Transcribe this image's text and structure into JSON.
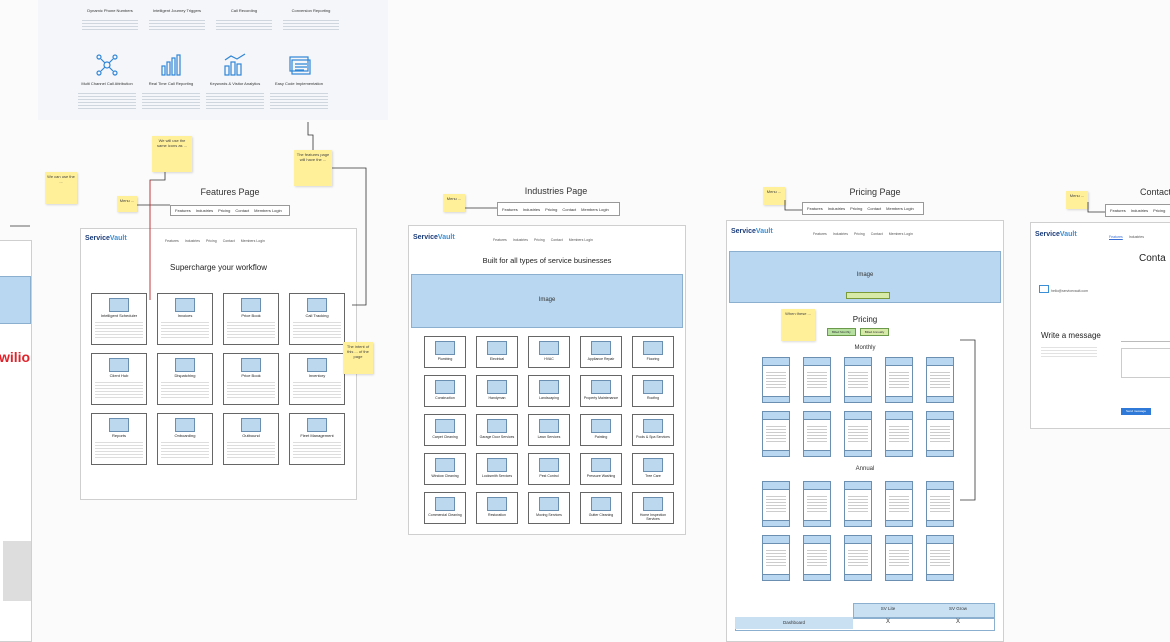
{
  "top_features": {
    "row1": [
      {
        "title": "Dynamic Phone Numbers"
      },
      {
        "title": "Intelligent Journey Triggers"
      },
      {
        "title": "Call Recording"
      },
      {
        "title": "Conversion Reporting"
      }
    ],
    "row2": [
      {
        "title": "Multi Channel Call Attribution",
        "icon": "network-icon"
      },
      {
        "title": "Real Time Call Reporting",
        "icon": "bar-chart-icon"
      },
      {
        "title": "Keywords & Visitor Analytics",
        "icon": "analytics-icon"
      },
      {
        "title": "Easy Code Implementation",
        "icon": "document-stack-icon"
      }
    ]
  },
  "features_page": {
    "title": "Features Page",
    "headline": "Supercharge your workflow",
    "sticky_top": "We will use the same icons as ...",
    "sticky_left": "We can use the ...",
    "sticky_nav": "Menu ...",
    "sticky_right_top": "The features page will have the ...",
    "sticky_right": "The intent of this ... of the page",
    "cards": [
      {
        "title": "Intelligent Scheduler"
      },
      {
        "title": "Invoices"
      },
      {
        "title": "Price Book"
      },
      {
        "title": "Call Tracking"
      },
      {
        "title": "Client Hub"
      },
      {
        "title": "Dispatching"
      },
      {
        "title": "Price Book"
      },
      {
        "title": "Inventory"
      },
      {
        "title": "Reports"
      },
      {
        "title": "Onboarding"
      },
      {
        "title": "Outbound"
      },
      {
        "title": "Fleet Management"
      }
    ]
  },
  "nav": {
    "items": [
      "Features",
      "Industries",
      "Pricing",
      "Contact",
      "Members Login"
    ]
  },
  "logo": {
    "a": "Service",
    "b": "Vault"
  },
  "industries_page": {
    "title": "Industries Page",
    "headline": "Built for all types of service businesses",
    "image_label": "Image",
    "sticky": "Menu ...",
    "items": [
      "Plumbing",
      "Electrical",
      "HVAC",
      "Appliance Repair",
      "Flooring",
      "Construction",
      "Handyman",
      "Landscaping",
      "Property Maintenance",
      "Roofing",
      "Carpet Cleaning",
      "Garage Door Services",
      "Lawn Services",
      "Painting",
      "Pools & Spa Services",
      "Window Cleaning",
      "Locksmith Services",
      "Pest Control",
      "Pressure Washing",
      "Tree Care",
      "Commercial Cleaning",
      "Restoration",
      "Moving Services",
      "Gutter Cleaning",
      "Home Inspection Services"
    ]
  },
  "pricing_page": {
    "title": "Pricing Page",
    "image_label": "Image",
    "heading": "Pricing",
    "toggle": [
      "Billed Monthly",
      "Billed Annually"
    ],
    "monthly_label": "Monthly",
    "annual_label": "Annual",
    "sticky": "Menu ...",
    "sticky_toggle": "When these ...",
    "table_cols": [
      "SV Lite",
      "SV Grow"
    ],
    "table_row": "Dashboard",
    "table_vals": [
      "X",
      "X"
    ]
  },
  "contact_page": {
    "title": "Contact",
    "heading": "Conta",
    "write": "Write a message",
    "send": "Send message",
    "email": "hello@servicevault.com",
    "sticky": "Menu ..."
  },
  "twilio": "wilio",
  "colors": {
    "blue": "#b9d7f0",
    "sticky": "#fff099",
    "logo": "#1a3b7a",
    "accent": "#3b8fd6",
    "twilio": "#e2232b"
  }
}
